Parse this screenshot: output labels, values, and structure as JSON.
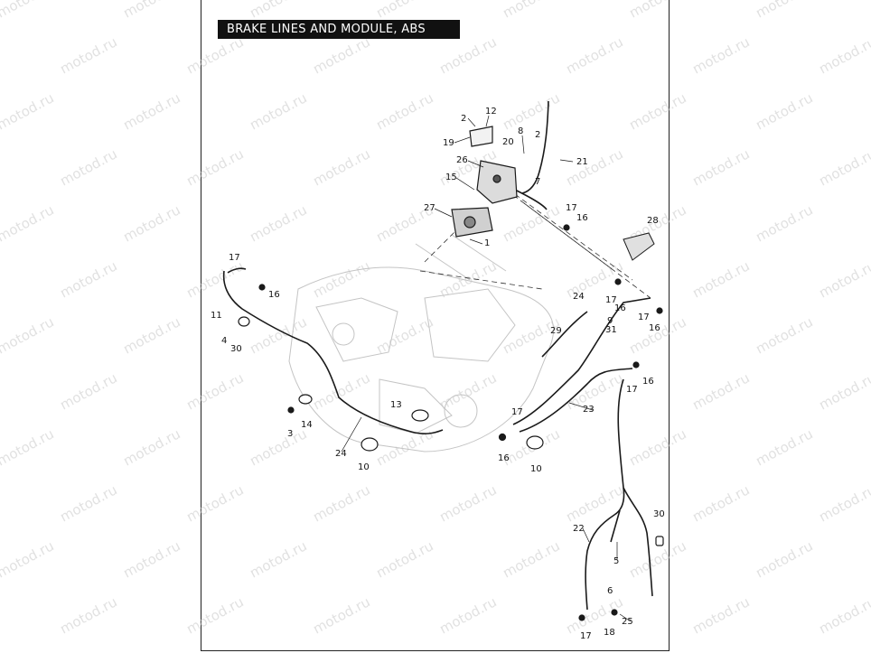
{
  "title": "BRAKE LINES AND MODULE, ABS",
  "watermark": "motod.ru",
  "callouts": [
    "2",
    "12",
    "19",
    "8",
    "20",
    "2",
    "21",
    "26",
    "7",
    "15",
    "27",
    "17",
    "16",
    "28",
    "1",
    "17",
    "16",
    "24",
    "17",
    "16",
    "17",
    "16",
    "9",
    "31",
    "11",
    "4",
    "30",
    "29",
    "16",
    "17",
    "23",
    "13",
    "3",
    "14",
    "17",
    "24",
    "10",
    "16",
    "10",
    "30",
    "22",
    "5",
    "6",
    "25",
    "17",
    "18"
  ],
  "colors": {
    "line": "#1a1a1a",
    "ghost": "#bdbdbd",
    "title_bg": "#111111",
    "title_fg": "#ffffff"
  }
}
